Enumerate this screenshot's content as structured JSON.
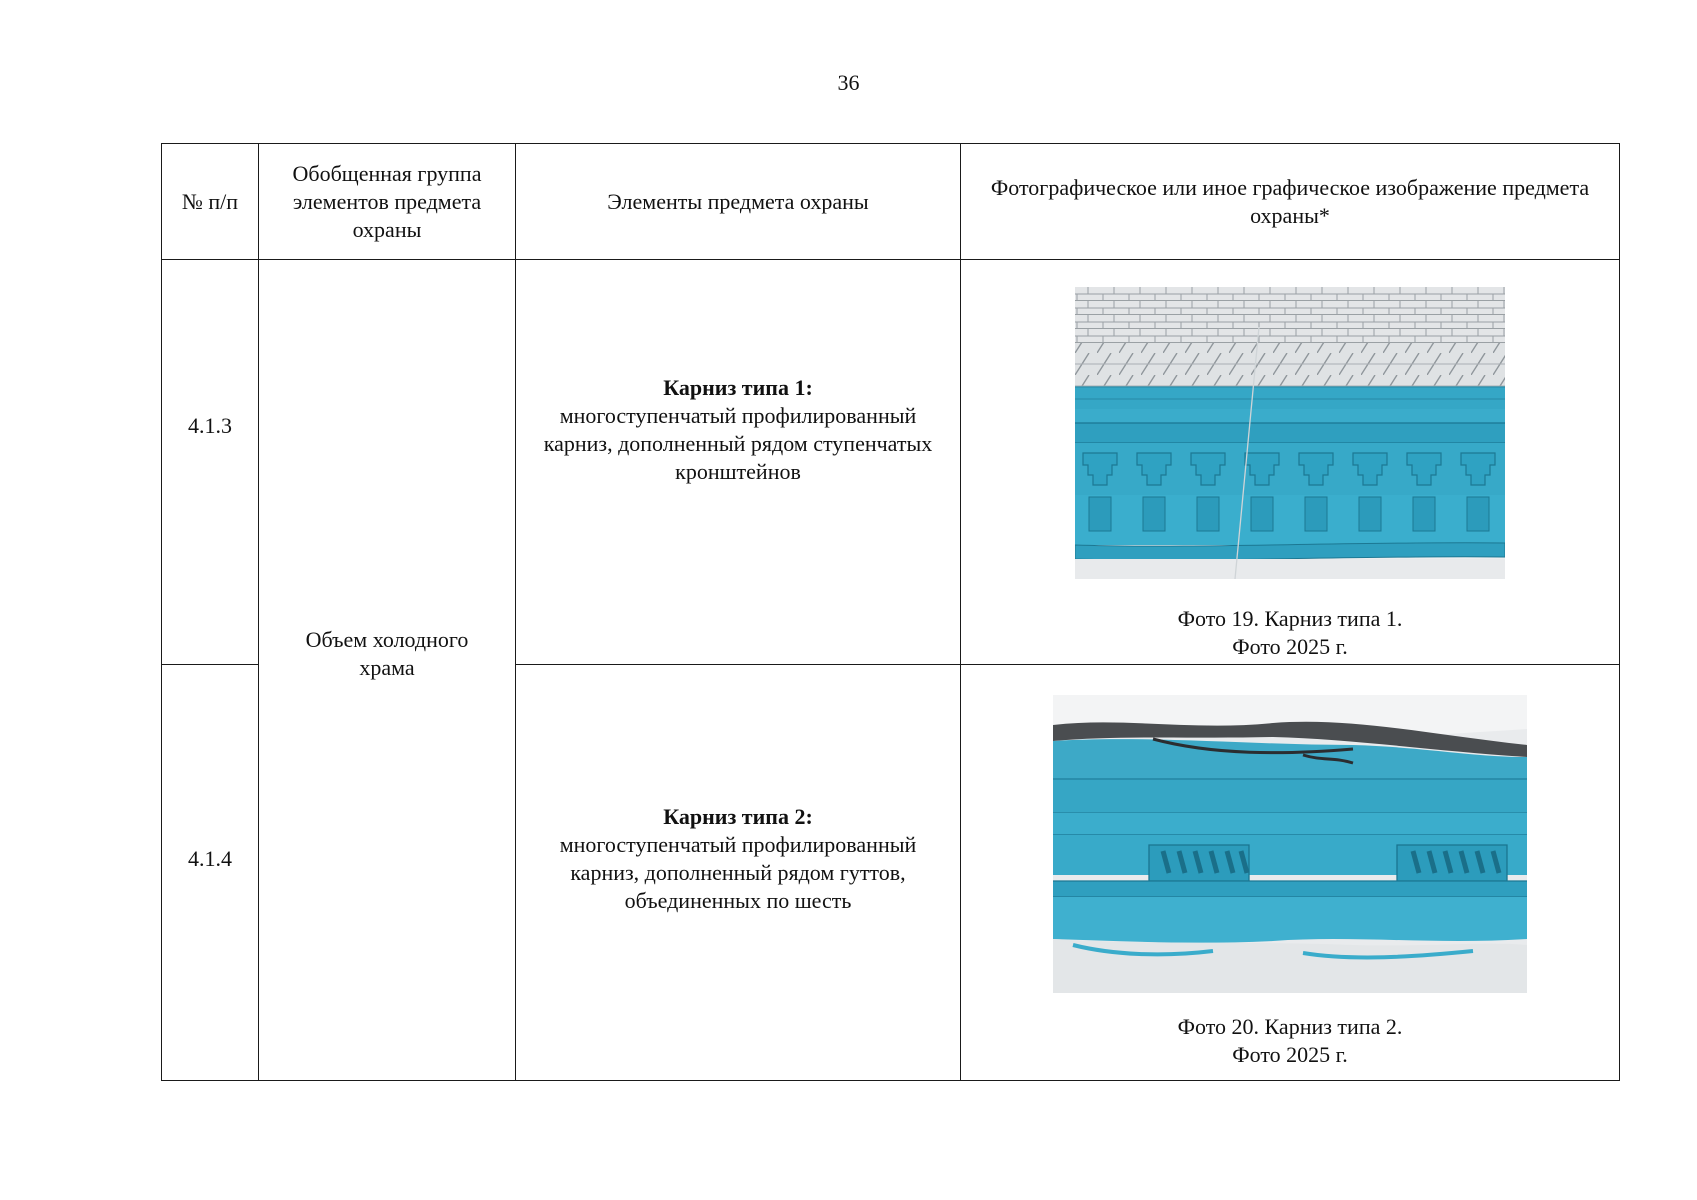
{
  "page_number": "36",
  "headers": {
    "col_num": "№ п/п",
    "col_group": "Обобщенная группа элементов предмета охраны",
    "col_elements": "Элементы предмета охраны",
    "col_photo": "Фотографическое или иное графическое изображение предмета охраны*"
  },
  "group_name": "Объем холодного храма",
  "rows": [
    {
      "num": "4.1.3",
      "element_title": "Карниз типа 1:",
      "element_text": "многоступенчатый профилированный карниз, дополненный рядом ступенчатых кронштейнов",
      "photo_icon": "cornice-brackets-photo",
      "caption_line1": "Фото 19. Карниз типа 1.",
      "caption_line2": "Фото 2025 г."
    },
    {
      "num": "4.1.4",
      "element_title": "Карниз типа 2:",
      "element_text": "многоступенчатый профилированный карниз, дополненный рядом гуттов, объединенных по шесть",
      "photo_icon": "cornice-guttae-photo",
      "caption_line1": "Фото 20. Карниз типа 2.",
      "caption_line2": "Фото 2025 г."
    }
  ],
  "colors": {
    "cornice_blue": "#35a7c6",
    "brick_white": "#e6e8ea",
    "border": "#1a1a1a"
  }
}
